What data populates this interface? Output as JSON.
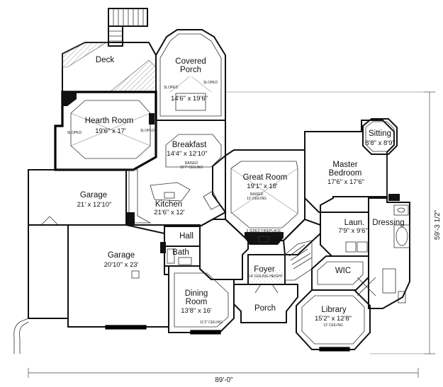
{
  "rooms": [
    {
      "key": "deck",
      "name": "Deck",
      "size": "",
      "note": ""
    },
    {
      "key": "covered-porch",
      "name": "Covered\nPorch",
      "size": "14'6\" x 19'6\"",
      "note": ""
    },
    {
      "key": "hearth-room",
      "name": "Hearth Room",
      "size": "19'6\" x 17'",
      "note": ""
    },
    {
      "key": "breakfast",
      "name": "Breakfast",
      "size": "14'4\" x 12'10\"",
      "note": "RAISED\n10'7\" CEILING"
    },
    {
      "key": "great-room",
      "name": "Great Room",
      "size": "19'1\" x 18'",
      "note": "RAISED\n13' CEILING"
    },
    {
      "key": "master-bedroom",
      "name": "Master\nBedroom",
      "size": "17'6\" x 17'6\"",
      "note": ""
    },
    {
      "key": "sitting",
      "name": "Sitting",
      "size": "8'8\" x 8'9\"",
      "note": ""
    },
    {
      "key": "garage-1",
      "name": "Garage",
      "size": "21' x 12'10\"",
      "note": ""
    },
    {
      "key": "kitchen",
      "name": "Kitchen",
      "size": "21'6\" x 12'",
      "note": ""
    },
    {
      "key": "garage-2",
      "name": "Garage",
      "size": "20'10\" x 23'",
      "note": ""
    },
    {
      "key": "hall",
      "name": "Hall",
      "size": "",
      "note": ""
    },
    {
      "key": "bath",
      "name": "Bath",
      "size": "",
      "note": ""
    },
    {
      "key": "laundry",
      "name": "Laun.",
      "size": "7'9\" x 9'6\"",
      "note": ""
    },
    {
      "key": "dressing",
      "name": "Dressing",
      "size": "",
      "note": ""
    },
    {
      "key": "foyer",
      "name": "Foyer",
      "size": "",
      "note": "14' CEILING HEIGHT"
    },
    {
      "key": "wic",
      "name": "WIC",
      "size": "",
      "note": ""
    },
    {
      "key": "dining-room",
      "name": "Dining\nRoom",
      "size": "13'8\" x 16'",
      "note": "11'3\" CEILING"
    },
    {
      "key": "porch",
      "name": "Porch",
      "size": "",
      "note": ""
    },
    {
      "key": "library",
      "name": "Library",
      "size": "15'2\" x 12'8\"",
      "note": "13' CEILING"
    }
  ],
  "annotations": {
    "sloped": "SLOPED",
    "fireplace": "2 SIDED FIREPLACE"
  },
  "dimensions": {
    "overall_width": "89'-0\"",
    "overall_depth": "59'-3 1/2\""
  }
}
